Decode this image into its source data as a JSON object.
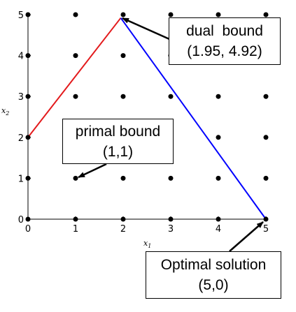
{
  "axes": {
    "x_ticks": [
      "0",
      "1",
      "2",
      "3",
      "4",
      "5"
    ],
    "y_ticks": [
      "0",
      "1",
      "2",
      "3",
      "4",
      "5"
    ],
    "xlabel_main": "x",
    "xlabel_sub": "1",
    "ylabel_main": "x",
    "ylabel_sub": "2"
  },
  "colors": {
    "red_segment": "#e31a1c",
    "blue_segment": "#0000ff",
    "points": "#000000"
  },
  "annotations": {
    "dual": {
      "line1": "dual  bound",
      "line2": "(1.95, 4.92)"
    },
    "primal": {
      "line1": "primal bound",
      "line2": "(1,1)"
    },
    "optimal": {
      "line1": "Optimal solution",
      "line2": "(5,0)"
    }
  },
  "chart_data": {
    "type": "scatter",
    "xlim": [
      0,
      5
    ],
    "ylim": [
      0,
      5
    ],
    "grid_points": "all integer points (x1, x2) with 0 <= x1 <= 5 and 0 <= x2 <= 5",
    "polyline_red": [
      [
        0,
        2
      ],
      [
        1.95,
        4.92
      ]
    ],
    "polyline_blue": [
      [
        1.95,
        4.92
      ],
      [
        5,
        0
      ]
    ],
    "dual_bound": [
      1.95,
      4.92
    ],
    "primal_bound": [
      1,
      1
    ],
    "optimal_solution": [
      5,
      0
    ]
  }
}
